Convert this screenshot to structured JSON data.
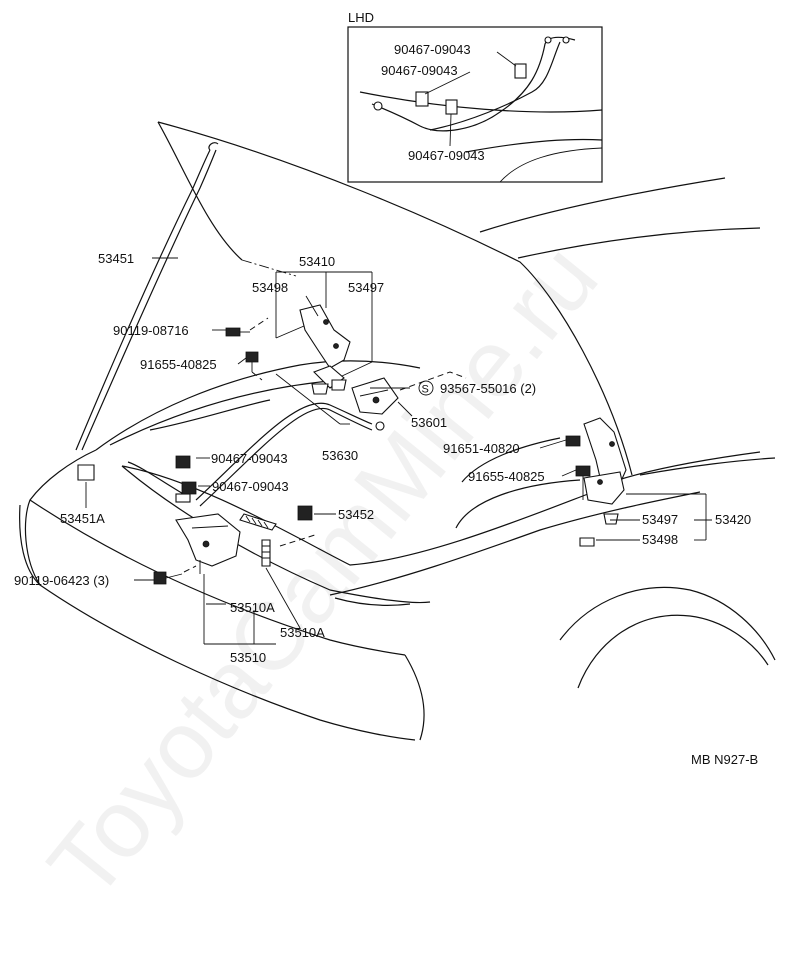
{
  "watermark": "ToyotaCamMine.ru",
  "inset": {
    "title": "LHD",
    "labels": [
      "90467-09043",
      "90467-09043",
      "90467-09043"
    ]
  },
  "drawing_code": "MB N927-B",
  "callouts": {
    "p53451": "53451",
    "p53410": "53410",
    "p53498_a": "53498",
    "p53497_a": "53497",
    "p90119_08716": "90119-08716",
    "p91655_40825_a": "91655-40825",
    "p93567": "93567-55016 (2)",
    "p93567_symbol": "S",
    "p53601": "53601",
    "p53630": "53630",
    "p91651_40820": "91651-40820",
    "p91655_40825_b": "91655-40825",
    "p90467_a": "90467-09043",
    "p90467_b": "90467-09043",
    "p53452": "53452",
    "p53451A": "53451A",
    "p53497_b": "53497",
    "p53420": "53420",
    "p53498_b": "53498",
    "p90119_06423": "90119-06423 (3)",
    "p53510A_a": "53510A",
    "p53510A_b": "53510A",
    "p53510": "53510"
  }
}
